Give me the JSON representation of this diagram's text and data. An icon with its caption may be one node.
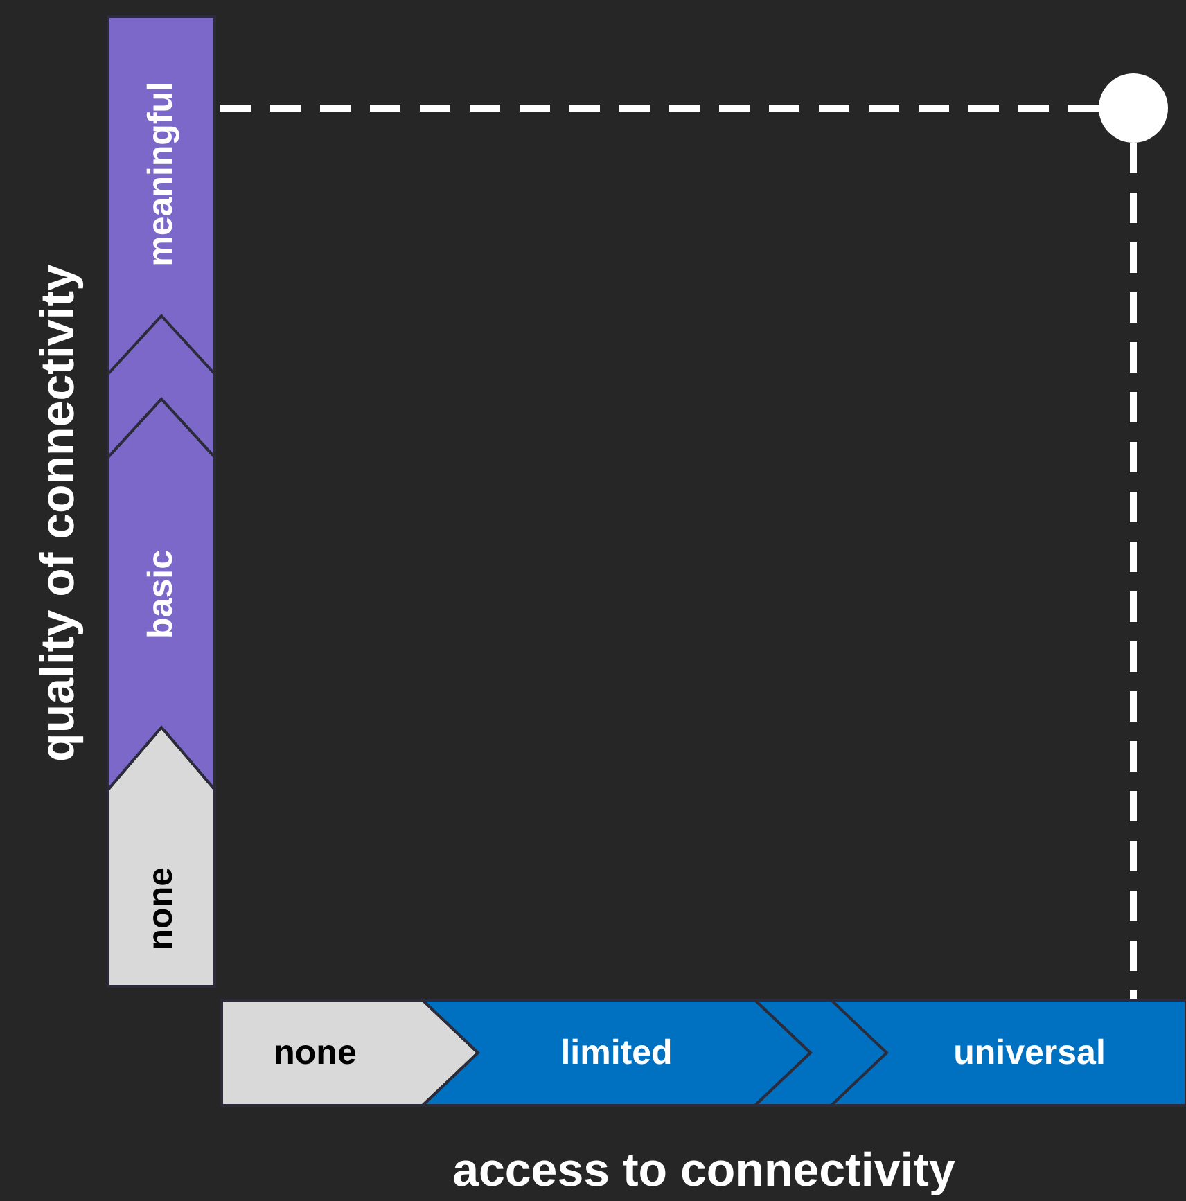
{
  "diagram": {
    "nodes": [
      {
        "text": [
          "none"
        ]
      },
      {
        "text": [
          "basic"
        ]
      },
      {
        "text": [
          "meaningful"
        ]
      },
      {
        "text": [
          "none"
        ]
      },
      {
        "text": [
          "limited"
        ]
      },
      {
        "text": [
          "universal"
        ]
      },
      {
        "text": [],
        "shape": "circle"
      }
    ],
    "edges": [
      {
        "from": 6,
        "to": 2,
        "arrow": "none",
        "style": "dashed"
      },
      {
        "from": 6,
        "to": 5,
        "arrow": "none",
        "style": "dashed"
      }
    ],
    "labels": [
      "quality of connectivity",
      "access to connectivity"
    ]
  }
}
